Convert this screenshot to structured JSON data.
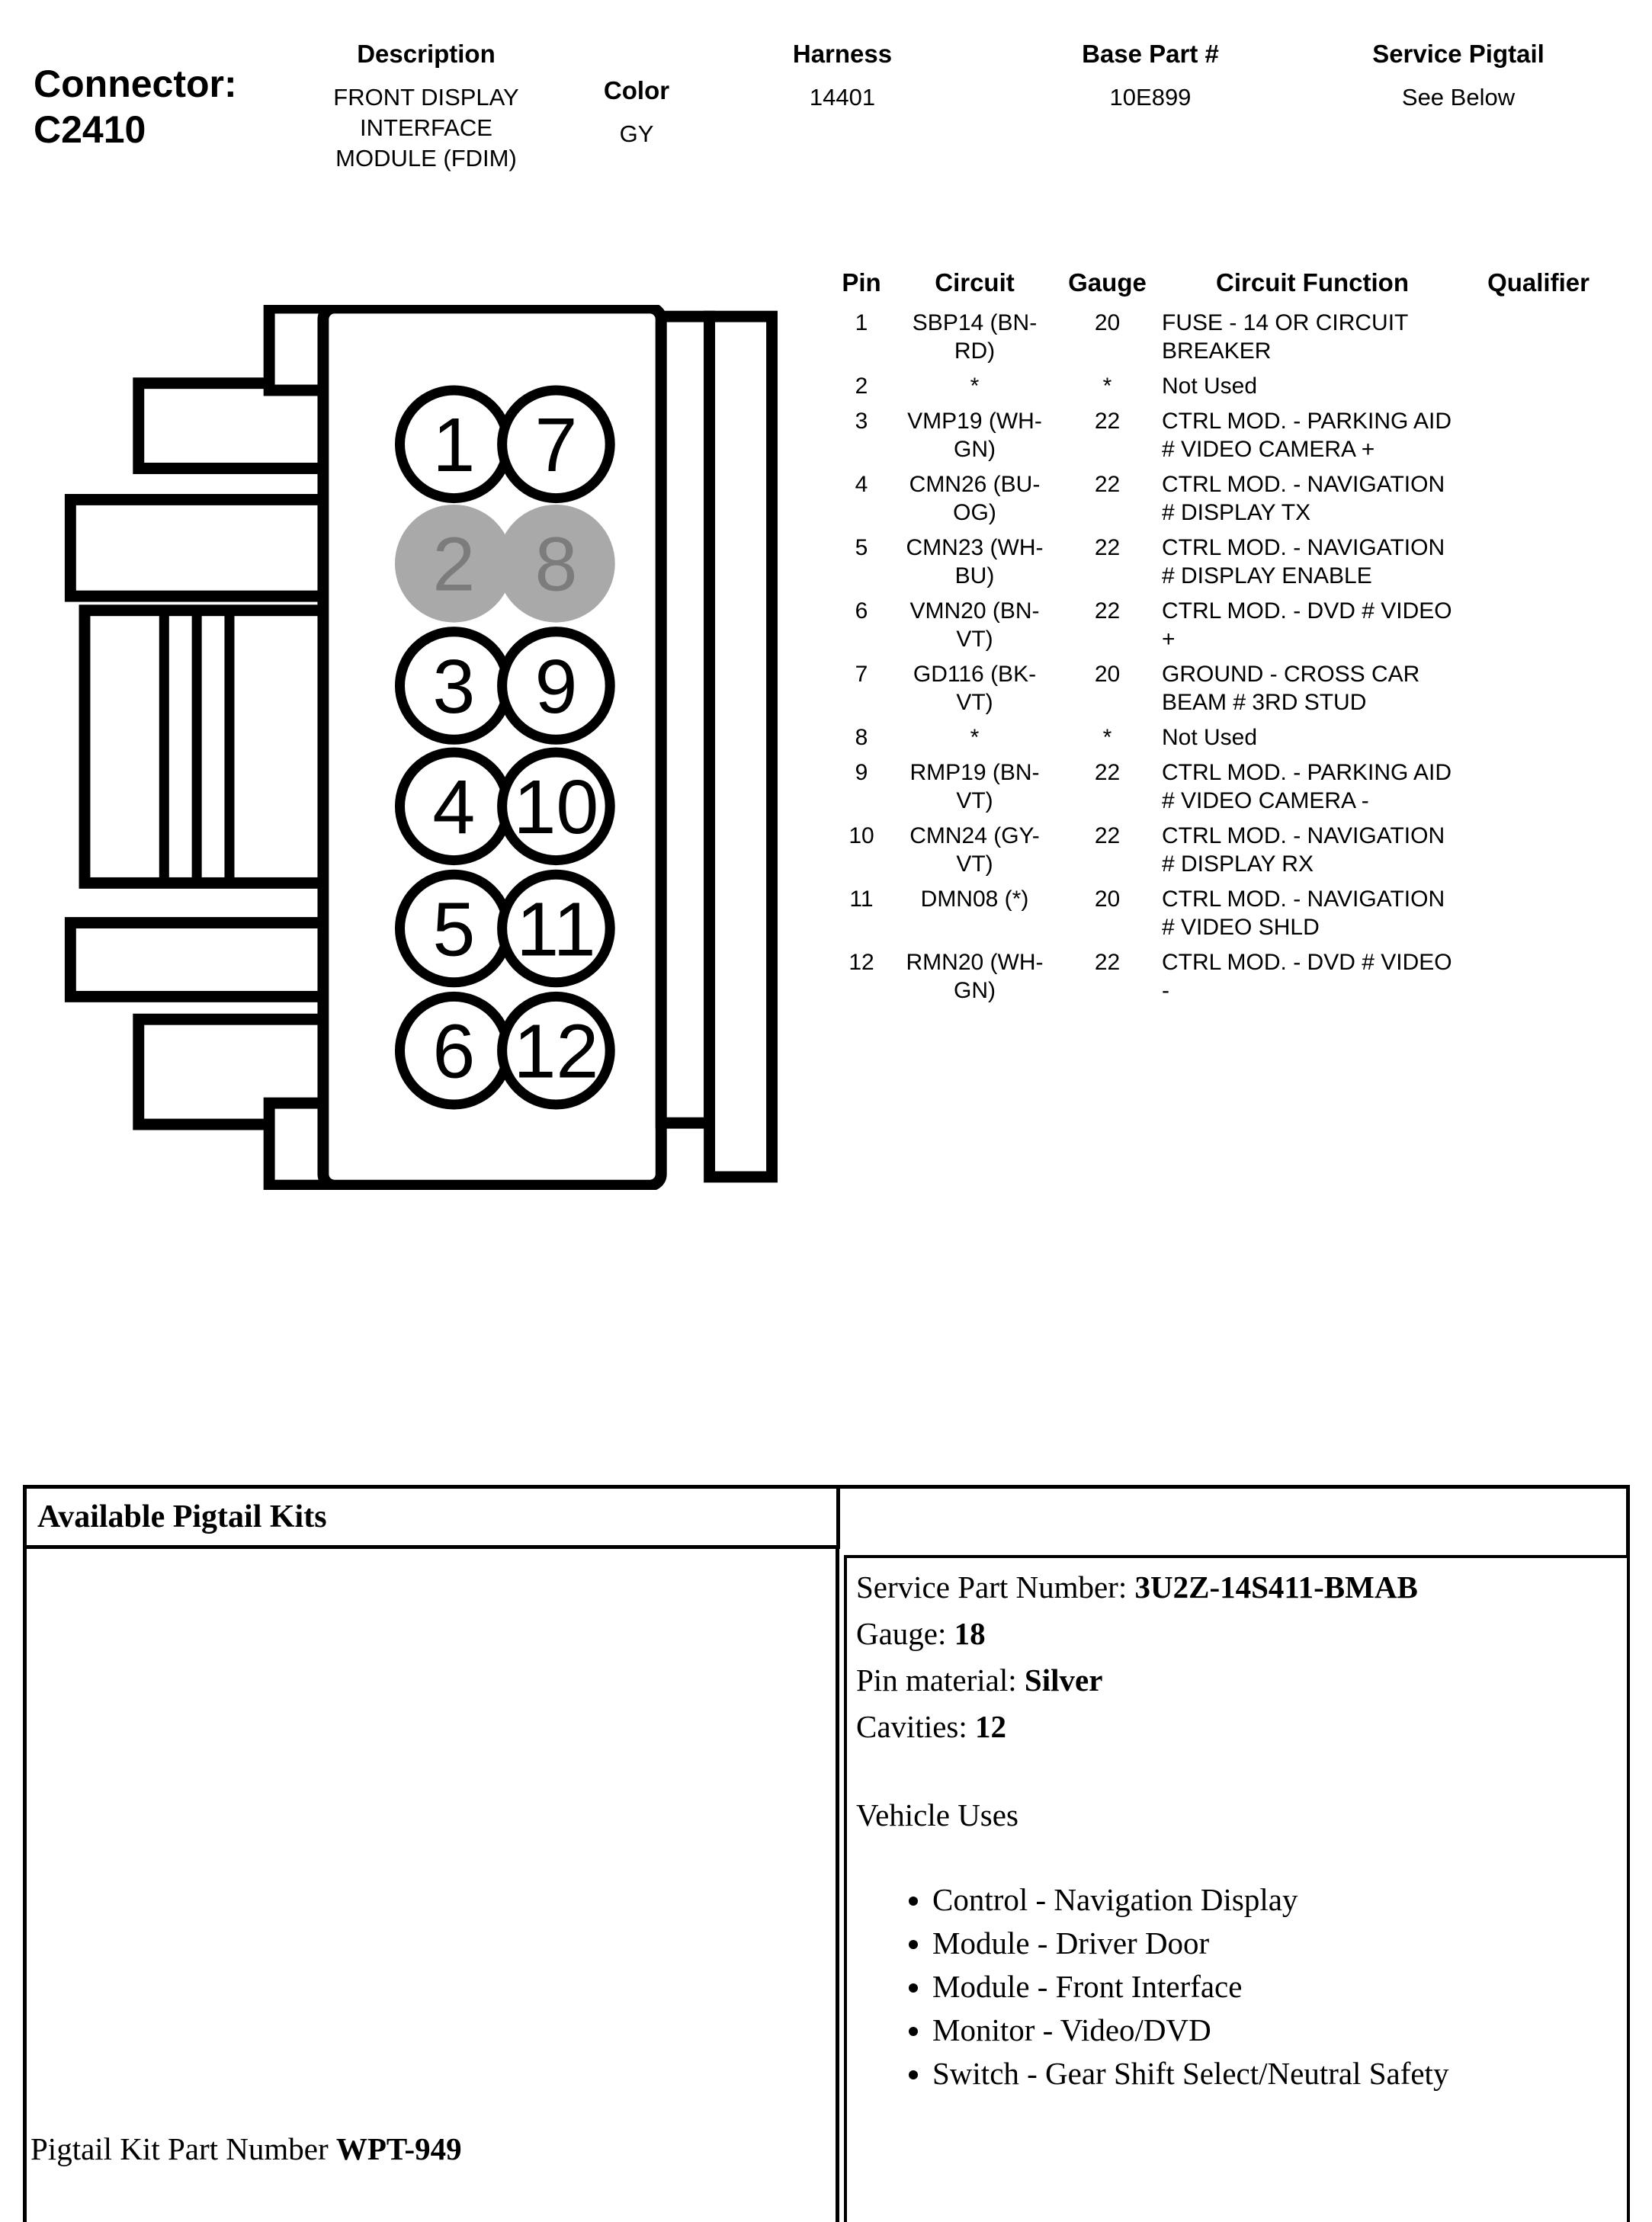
{
  "header": {
    "connector_label": "Connector:",
    "connector_id": "C2410",
    "columns": [
      {
        "label": "Description",
        "value": "FRONT DISPLAY INTERFACE MODULE (FDIM)"
      },
      {
        "label": "Color",
        "value": "GY"
      },
      {
        "label": "Harness",
        "value": "14401"
      },
      {
        "label": "Base Part #",
        "value": "10E899"
      },
      {
        "label": "Service Pigtail",
        "value": "See Below"
      }
    ]
  },
  "connector_diagram": {
    "pins": [
      {
        "label": "1",
        "used": true
      },
      {
        "label": "2",
        "used": false
      },
      {
        "label": "3",
        "used": true
      },
      {
        "label": "4",
        "used": true
      },
      {
        "label": "5",
        "used": true
      },
      {
        "label": "6",
        "used": true
      },
      {
        "label": "7",
        "used": true
      },
      {
        "label": "8",
        "used": false
      },
      {
        "label": "9",
        "used": true
      },
      {
        "label": "10",
        "used": true
      },
      {
        "label": "11",
        "used": true
      },
      {
        "label": "12",
        "used": true
      }
    ],
    "unused_pin_color": "#a9a9a9",
    "outline_color": "#000000"
  },
  "pin_table": {
    "headers": [
      "Pin",
      "Circuit",
      "Gauge",
      "Circuit Function",
      "Qualifier"
    ],
    "rows": [
      {
        "pin": "1",
        "circuit": "SBP14 (BN-RD)",
        "gauge": "20",
        "function": "FUSE - 14 OR CIRCUIT BREAKER",
        "qualifier": ""
      },
      {
        "pin": "2",
        "circuit": "*",
        "gauge": "*",
        "function": "Not Used",
        "qualifier": ""
      },
      {
        "pin": "3",
        "circuit": "VMP19 (WH-GN)",
        "gauge": "22",
        "function": "CTRL MOD. - PARKING AID # VIDEO CAMERA +",
        "qualifier": ""
      },
      {
        "pin": "4",
        "circuit": "CMN26 (BU-OG)",
        "gauge": "22",
        "function": "CTRL MOD. - NAVIGATION # DISPLAY TX",
        "qualifier": ""
      },
      {
        "pin": "5",
        "circuit": "CMN23 (WH-BU)",
        "gauge": "22",
        "function": "CTRL MOD. - NAVIGATION # DISPLAY ENABLE",
        "qualifier": ""
      },
      {
        "pin": "6",
        "circuit": "VMN20 (BN-VT)",
        "gauge": "22",
        "function": "CTRL MOD. - DVD # VIDEO +",
        "qualifier": ""
      },
      {
        "pin": "7",
        "circuit": "GD116 (BK-VT)",
        "gauge": "20",
        "function": "GROUND - CROSS CAR BEAM # 3RD STUD",
        "qualifier": ""
      },
      {
        "pin": "8",
        "circuit": "*",
        "gauge": "*",
        "function": "Not Used",
        "qualifier": ""
      },
      {
        "pin": "9",
        "circuit": "RMP19 (BN-VT)",
        "gauge": "22",
        "function": "CTRL MOD. - PARKING AID # VIDEO CAMERA -",
        "qualifier": ""
      },
      {
        "pin": "10",
        "circuit": "CMN24 (GY-VT)",
        "gauge": "22",
        "function": "CTRL MOD. - NAVIGATION # DISPLAY RX",
        "qualifier": ""
      },
      {
        "pin": "11",
        "circuit": "DMN08 (*)",
        "gauge": "20",
        "function": "CTRL MOD. - NAVIGATION # VIDEO SHLD",
        "qualifier": ""
      },
      {
        "pin": "12",
        "circuit": "RMN20 (WH-GN)",
        "gauge": "22",
        "function": "CTRL MOD. - DVD # VIDEO -",
        "qualifier": ""
      }
    ]
  },
  "pigtail_section": {
    "title": "Available Pigtail Kits",
    "specs": [
      {
        "label": "Service Part Number:",
        "value": "3U2Z-14S411-BMAB"
      },
      {
        "label": "Gauge:",
        "value": "18"
      },
      {
        "label": "Pin material:",
        "value": "Silver"
      },
      {
        "label": "Cavities:",
        "value": "12"
      }
    ],
    "vehicle_uses_title": "Vehicle Uses",
    "vehicle_uses": [
      "Control - Navigation Display",
      "Module - Driver Door",
      "Module - Front Interface",
      "Monitor - Video/DVD",
      "Switch - Gear Shift Select/Neutral Safety"
    ],
    "kit_part_label": "Pigtail Kit Part Number",
    "kit_part_value": "WPT-949"
  }
}
